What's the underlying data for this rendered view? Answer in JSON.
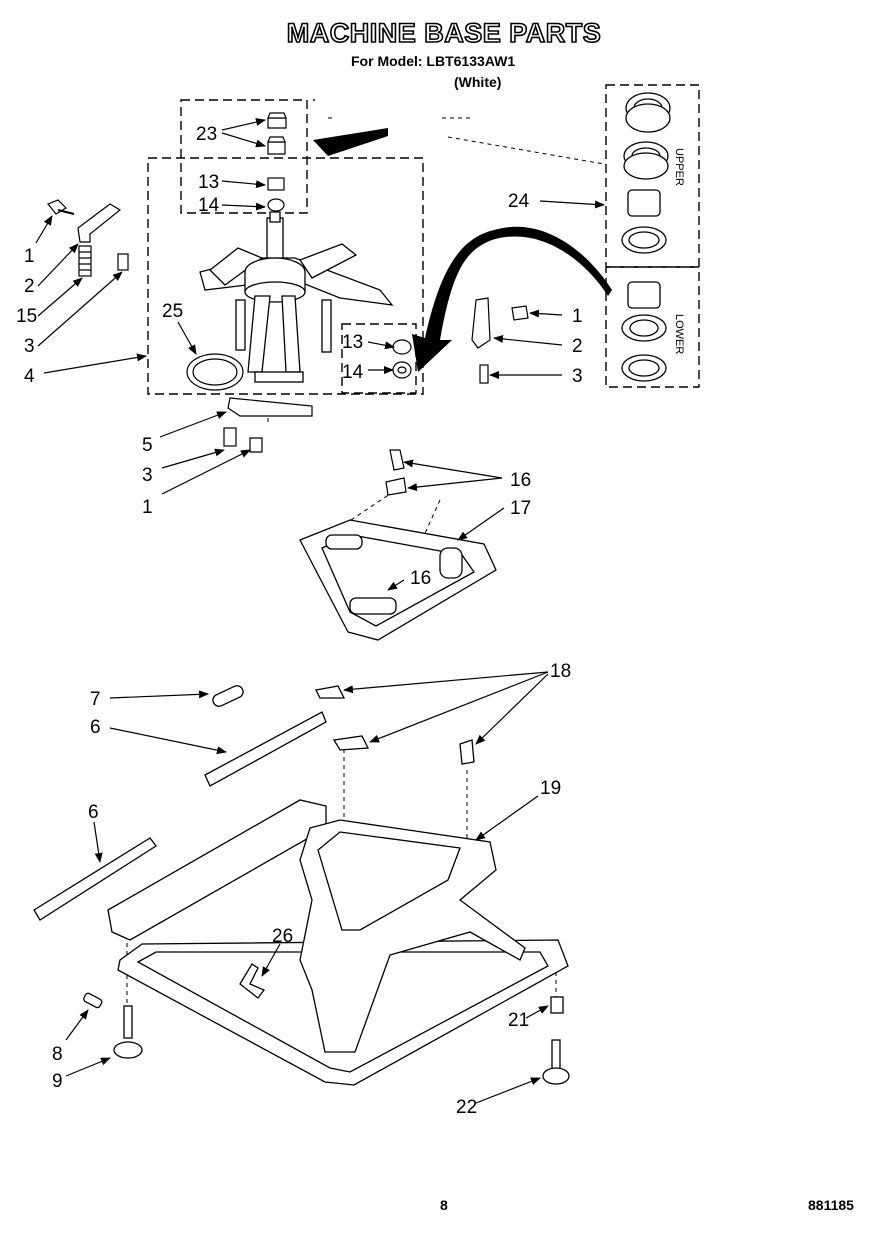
{
  "header": {
    "title": "MACHINE BASE PARTS",
    "model_line": "For Model: LBT6133AW1",
    "color_line": "(White)"
  },
  "kit_labels": {
    "upper": "UPPER",
    "lower": "LOWER"
  },
  "callouts": {
    "c23": "23",
    "c13a": "13",
    "c14a": "14",
    "c24": "24",
    "c1a": "1",
    "c2a": "2",
    "c15": "15",
    "c3a": "3",
    "c4": "4",
    "c25": "25",
    "c13b": "13",
    "c14b": "14",
    "c1b": "1",
    "c2b": "2",
    "c3b": "3",
    "c5": "5",
    "c3c": "3",
    "c1c": "1",
    "c16a": "16",
    "c17": "17",
    "c16b": "16",
    "c18": "18",
    "c7": "7",
    "c6a": "6",
    "c6b": "6",
    "c19": "19",
    "c26": "26",
    "c8": "8",
    "c9": "9",
    "c21": "21",
    "c22": "22"
  },
  "footer": {
    "page": "8",
    "code": "881185"
  }
}
